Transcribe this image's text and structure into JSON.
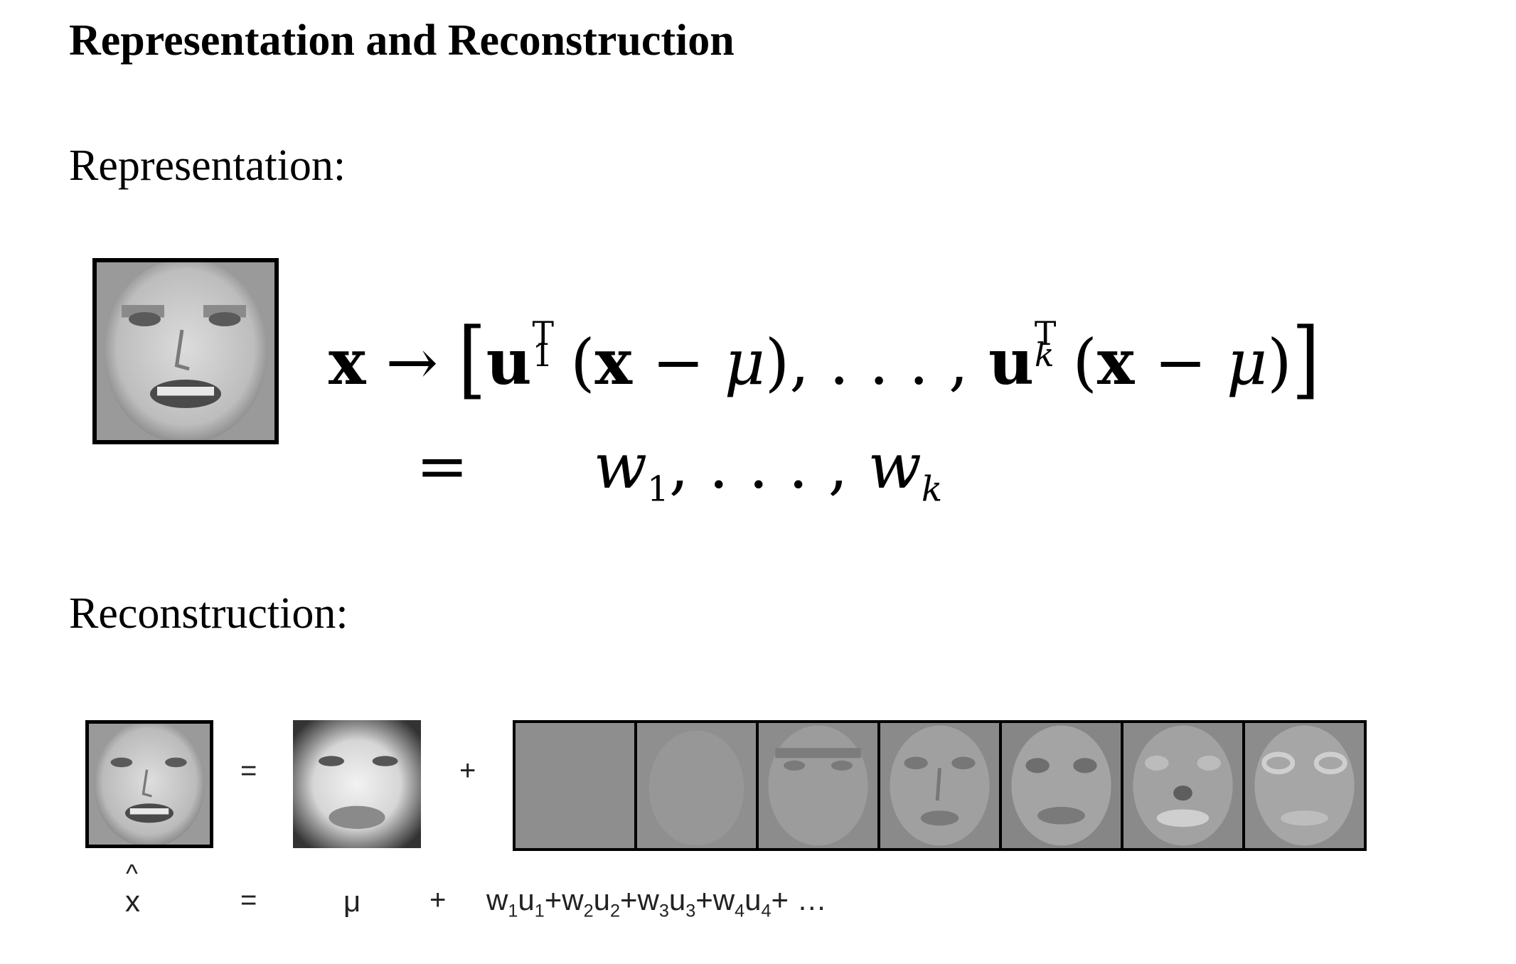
{
  "title": "Representation and Reconstruction",
  "representation": {
    "heading": "Representation:",
    "arrow_line": {
      "x": "x",
      "arrow": "→",
      "open_bracket": "[",
      "u": "u",
      "sup_T": "T",
      "sub_1": "1",
      "sub_k": "k",
      "inner_open": "(",
      "inner_x": "x",
      "minus": " − ",
      "mu": "μ",
      "inner_close": ")",
      "separator": ", . . . , ",
      "close_bracket": "]"
    },
    "equals_line": {
      "equals": "=",
      "w": "w",
      "sub_1": "1",
      "separator": ", . . . , ",
      "sub_k": "k"
    }
  },
  "reconstruction": {
    "heading": "Reconstruction:",
    "eq_top": "=",
    "plus_top": "+",
    "bottom": {
      "hat": "^",
      "x": "x",
      "equals": "=",
      "mu": "μ",
      "plus": "+",
      "w": "w",
      "u": "u",
      "plus_sign": "+",
      "indices": [
        "1",
        "2",
        "3",
        "4"
      ],
      "ellipsis": " …"
    }
  }
}
